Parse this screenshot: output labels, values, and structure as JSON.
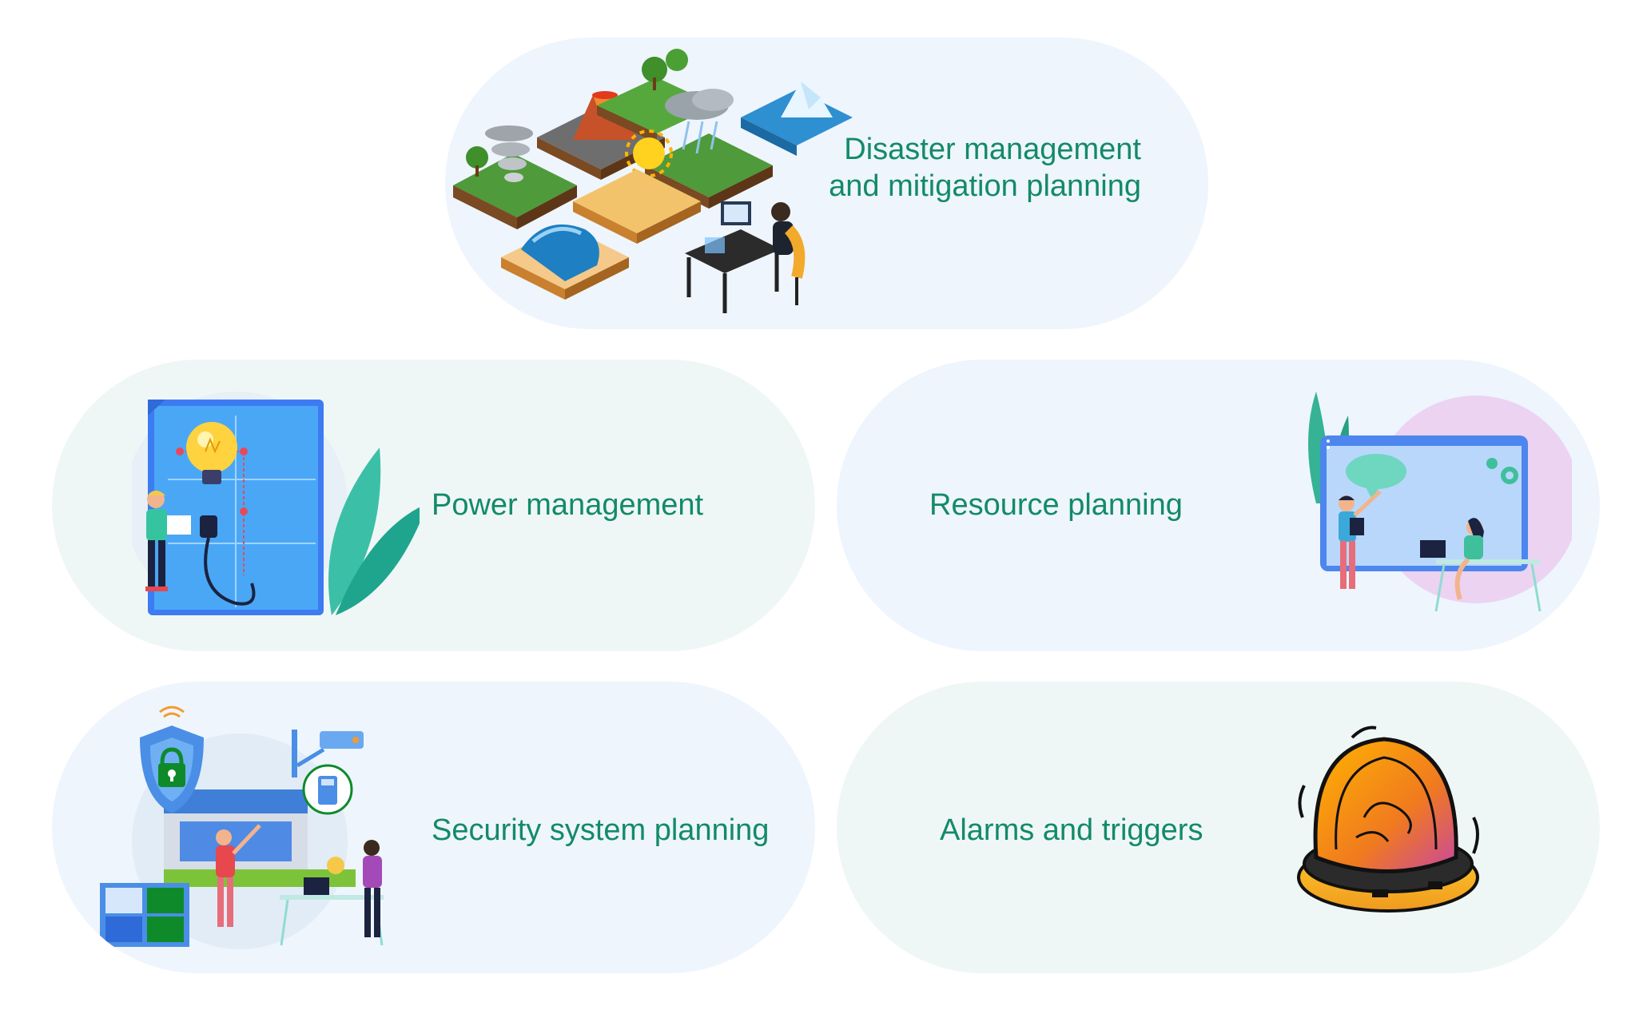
{
  "cards": [
    {
      "id": "disaster",
      "title_line1": "Disaster management",
      "title_line2": "and mitigation planning",
      "icon": "natural-disasters-illustration-icon"
    },
    {
      "id": "power",
      "title": "Power management",
      "icon": "power-lightbulb-illustration-icon"
    },
    {
      "id": "resource",
      "title": "Resource planning",
      "icon": "resource-planning-team-illustration-icon"
    },
    {
      "id": "security",
      "title": "Security system planning",
      "icon": "security-lock-shield-illustration-icon"
    },
    {
      "id": "alarms",
      "title": "Alarms and triggers",
      "icon": "alarm-siren-illustration-icon"
    }
  ],
  "colors": {
    "label_text": "#138a69",
    "card_blue": "#eef5fd",
    "card_green": "#eff7f6"
  }
}
